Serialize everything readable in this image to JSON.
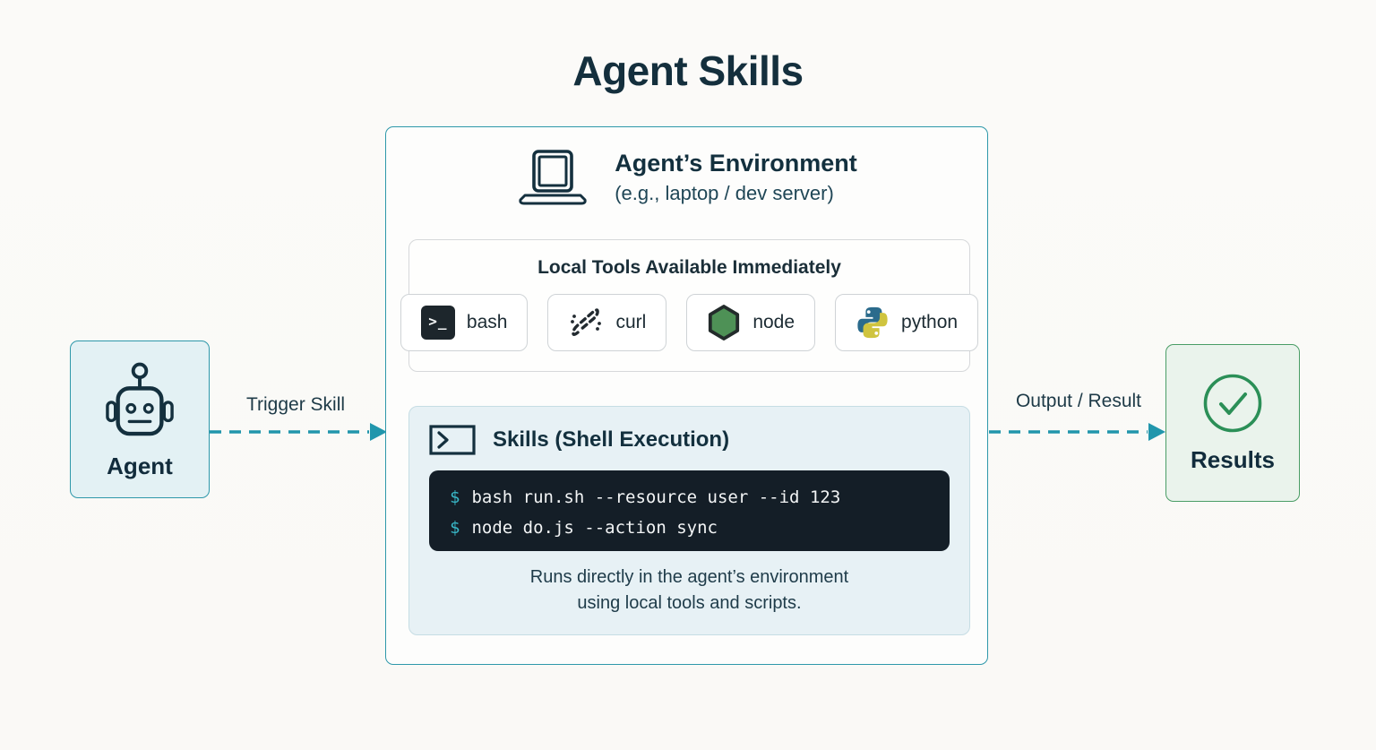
{
  "title": "Agent Skills",
  "agent": {
    "label": "Agent"
  },
  "arrows": {
    "trigger_label": "Trigger Skill",
    "output_label": "Output / Result"
  },
  "environment": {
    "title": "Agent’s Environment",
    "subtitle": "(e.g., laptop / dev server)",
    "tools": {
      "title": "Local Tools Available Immediately",
      "items": [
        {
          "label": "bash",
          "icon": "bash-terminal-icon"
        },
        {
          "label": "curl",
          "icon": "curl-icon"
        },
        {
          "label": "node",
          "icon": "node-hexagon-icon"
        },
        {
          "label": "python",
          "icon": "python-icon"
        }
      ]
    },
    "skills": {
      "title": "Skills (Shell Execution)",
      "terminal": {
        "lines": [
          {
            "prompt": "$",
            "command": "bash run.sh --resource user --id 123"
          },
          {
            "prompt": "$",
            "command": "node do.js --action sync"
          }
        ]
      },
      "caption_line1": "Runs directly in the agent’s environment",
      "caption_line2": "using local tools and scripts."
    }
  },
  "results": {
    "label": "Results"
  },
  "colors": {
    "accent_teal": "#2e98aa",
    "dark_navy": "#14303e",
    "success_green": "#2b8f57",
    "terminal_bg": "#141e27",
    "prompt_teal": "#38b6c6",
    "agent_fill": "#e3f1f4",
    "results_fill": "#eaf3ec",
    "skills_fill": "#e7f1f5",
    "node_green": "#4e9156",
    "python_blue": "#2b6b8c",
    "python_yellow": "#cfc43f"
  }
}
